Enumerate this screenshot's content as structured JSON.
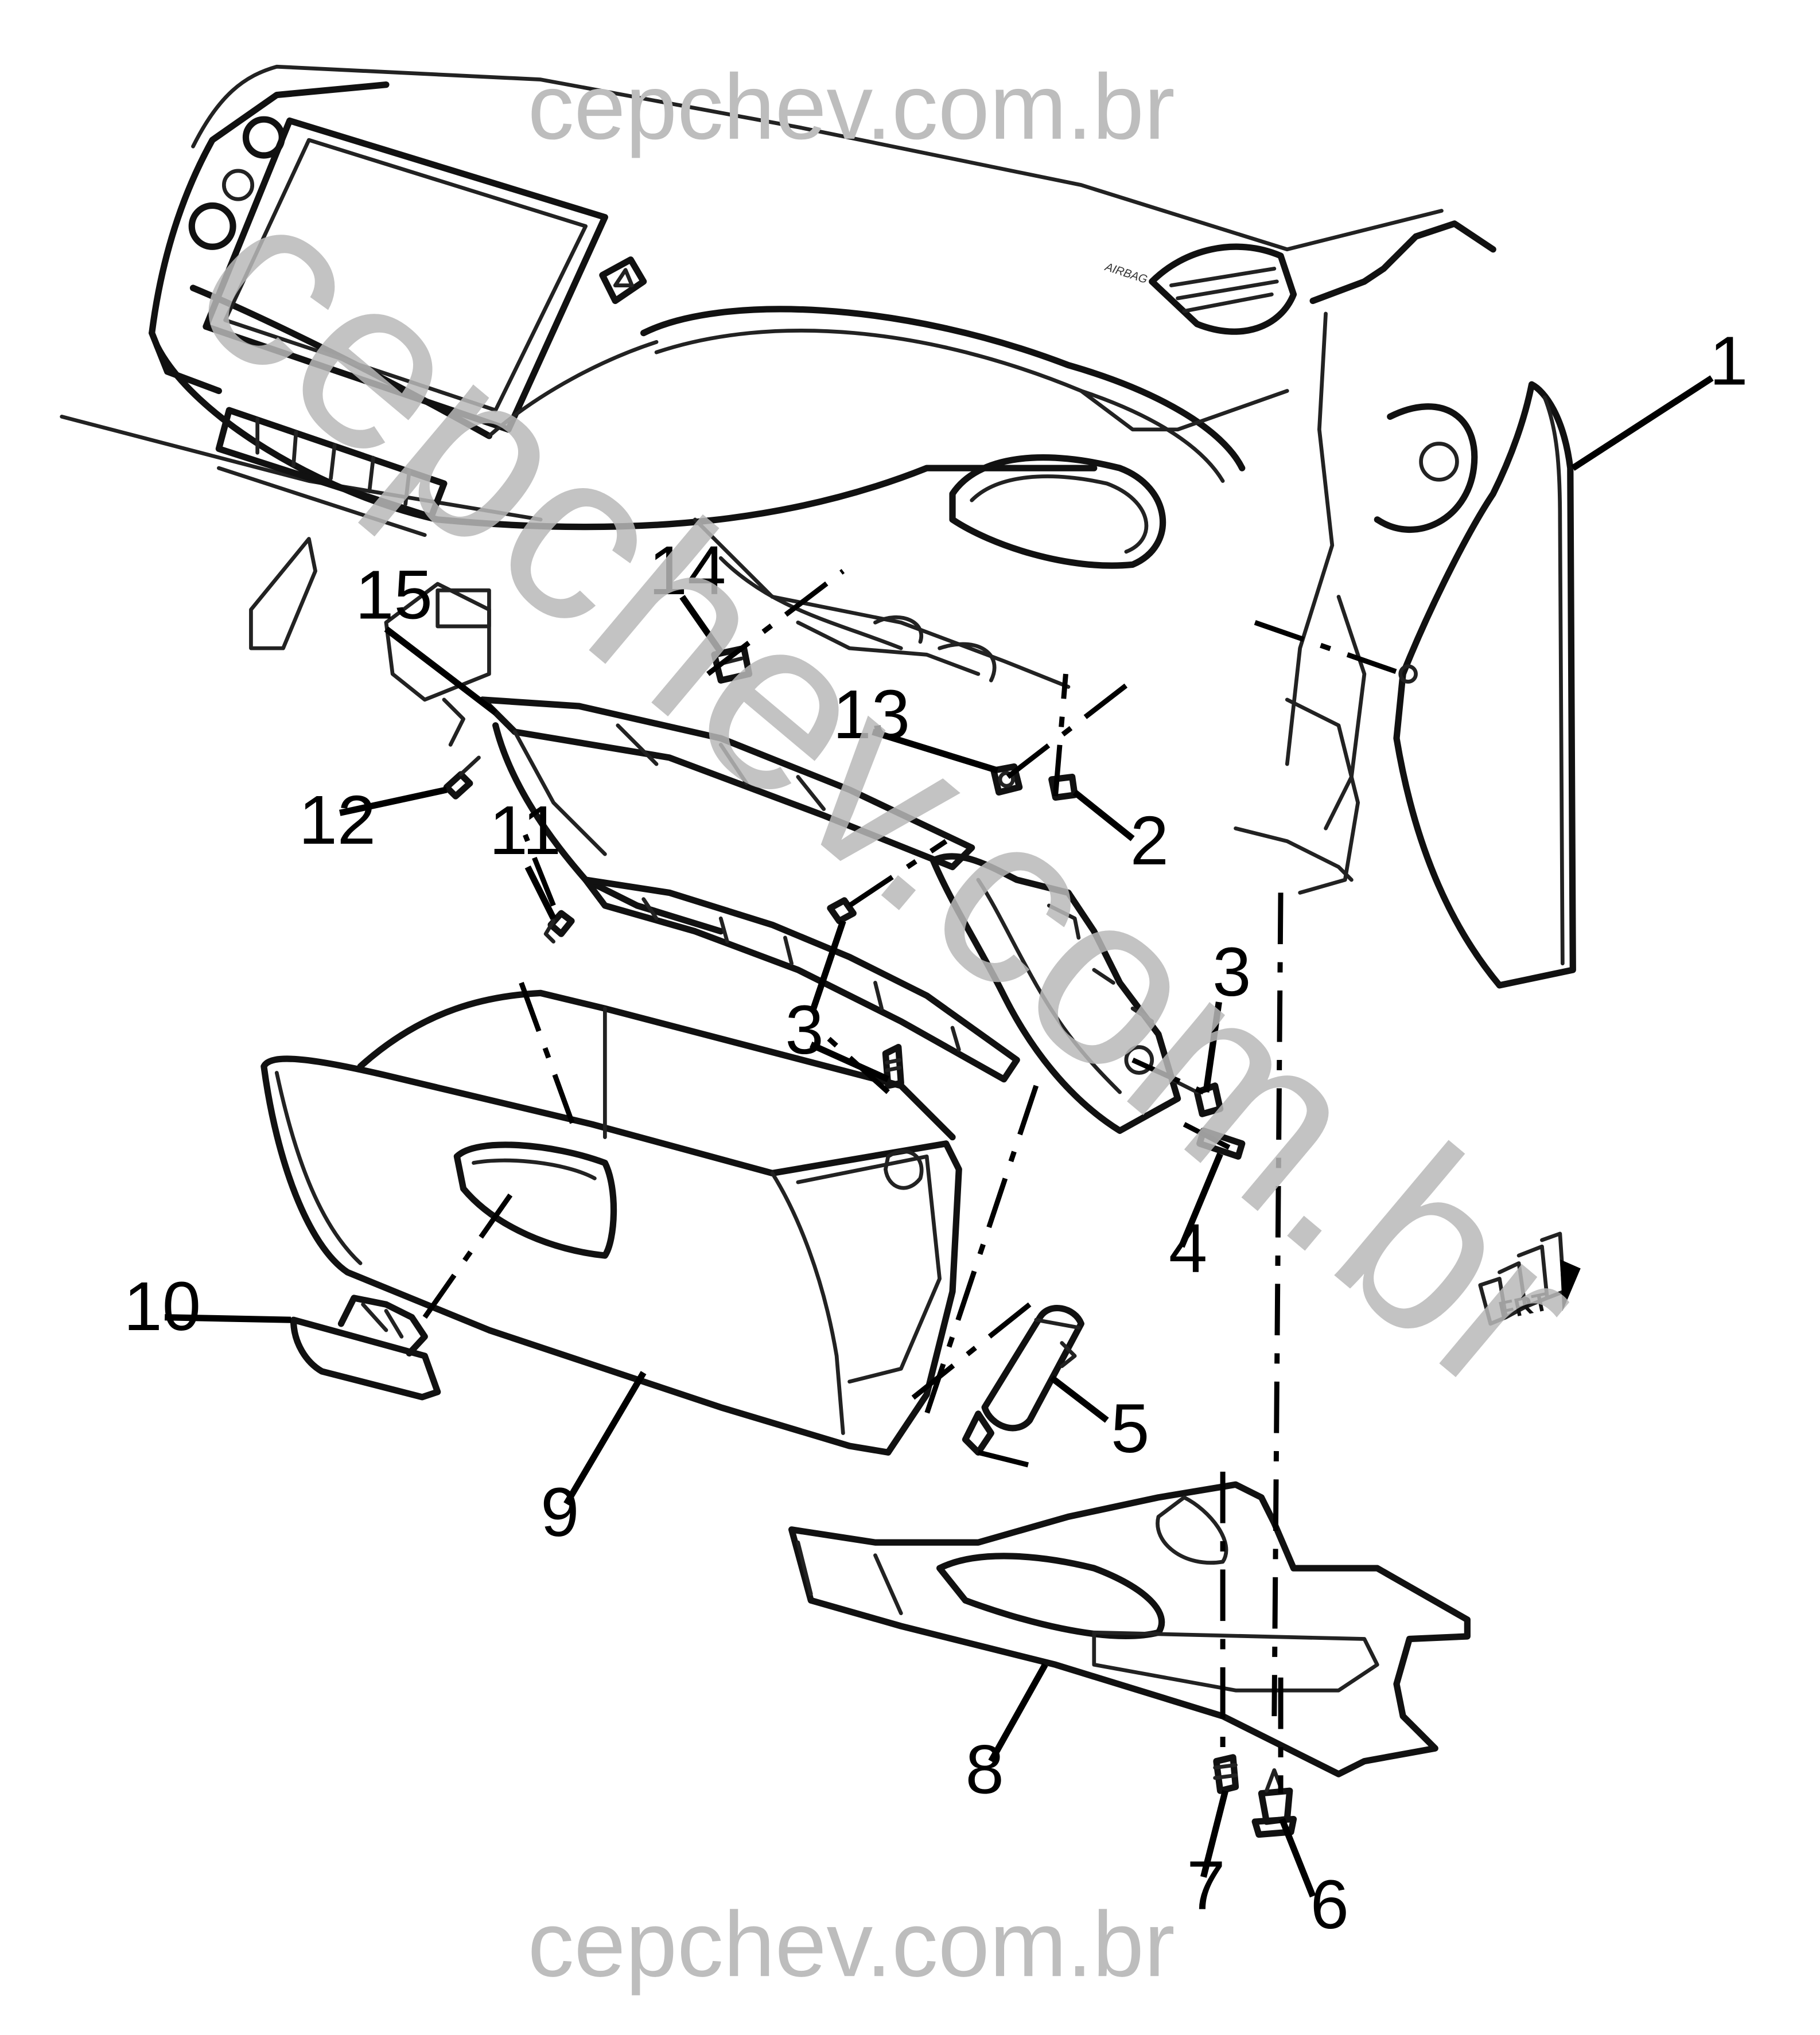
{
  "watermarks": {
    "top": "cepchev.com.br",
    "bottom": "cepchev.com.br",
    "diagonal": "cepchev.com.br"
  },
  "dash_labels": {
    "airbag": "AIRBAG"
  },
  "orientation": {
    "label": "FRT"
  },
  "callouts": [
    {
      "id": "1",
      "text": "1"
    },
    {
      "id": "2",
      "text": "2"
    },
    {
      "id": "3a",
      "text": "3"
    },
    {
      "id": "3b",
      "text": "3"
    },
    {
      "id": "4",
      "text": "4"
    },
    {
      "id": "5",
      "text": "5"
    },
    {
      "id": "6",
      "text": "6"
    },
    {
      "id": "7",
      "text": "7"
    },
    {
      "id": "8",
      "text": "8"
    },
    {
      "id": "9",
      "text": "9"
    },
    {
      "id": "10",
      "text": "10"
    },
    {
      "id": "11",
      "text": "11"
    },
    {
      "id": "12",
      "text": "12"
    },
    {
      "id": "13",
      "text": "13"
    },
    {
      "id": "14",
      "text": "14"
    },
    {
      "id": "15",
      "text": "15"
    }
  ]
}
